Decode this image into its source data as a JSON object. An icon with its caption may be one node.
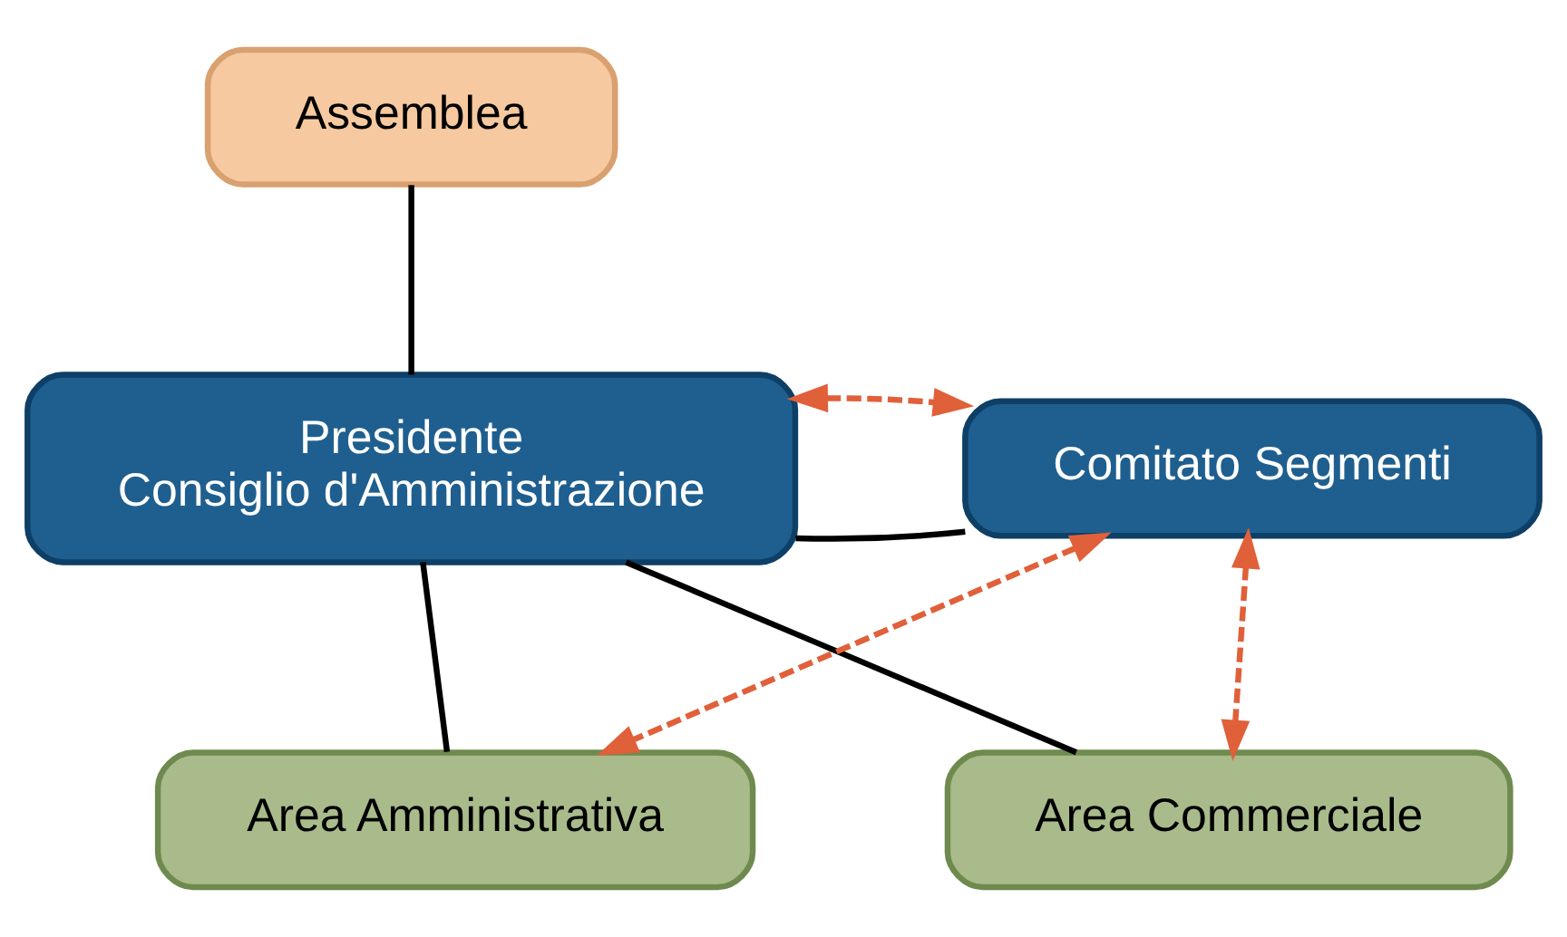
{
  "diagram": {
    "nodes": [
      {
        "text": [
          "Assemblea"
        ]
      },
      {
        "text": [
          "Presidente",
          "Consiglio d'Amministrazione"
        ]
      },
      {
        "text": [
          "Comitato Segmenti"
        ]
      },
      {
        "text": [
          "Area Amministrativa"
        ]
      },
      {
        "text": [
          "Area Commerciale"
        ]
      }
    ],
    "edges": [
      {
        "from": 0,
        "to": 1,
        "arrow": "none"
      },
      {
        "from": 1,
        "to": 2,
        "arrow": "none"
      },
      {
        "from": 1,
        "to": 3,
        "arrow": "none"
      },
      {
        "from": 1,
        "to": 4,
        "arrow": "none"
      },
      {
        "from": 1,
        "to": 2,
        "arrow": "both",
        "style": "dashed",
        "color": "#e0603a"
      },
      {
        "from": 2,
        "to": 3,
        "arrow": "both",
        "style": "dashed",
        "color": "#e0603a"
      },
      {
        "from": 2,
        "to": 4,
        "arrow": "both",
        "style": "dashed",
        "color": "#e0603a"
      }
    ]
  }
}
